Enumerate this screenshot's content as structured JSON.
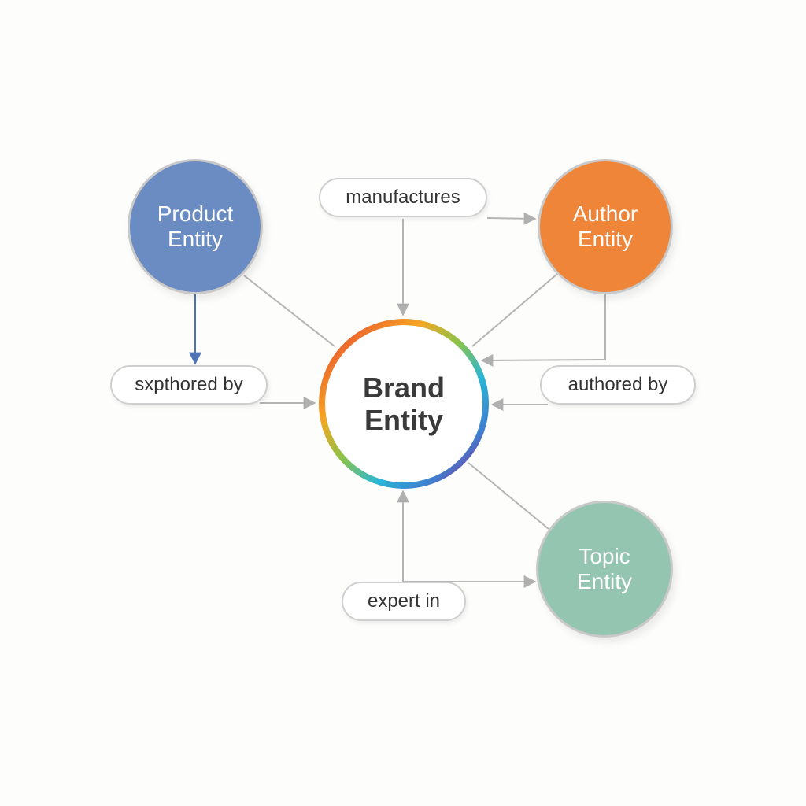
{
  "diagram": {
    "nodes": {
      "product": {
        "line1": "Product",
        "line2": "Entity",
        "color": "#6b8cc2"
      },
      "author": {
        "line1": "Author",
        "line2": "Entity",
        "color": "#ee8539"
      },
      "topic": {
        "line1": "Topic",
        "line2": "Entity",
        "color": "#93c5b0"
      },
      "brand": {
        "line1": "Brand",
        "line2": "Entity",
        "ring_colors": [
          "#e53935",
          "#f5a623",
          "#8bc34a",
          "#29b6d6",
          "#3f7fd0",
          "#7b3fa0",
          "#d81b60"
        ]
      }
    },
    "edge_labels": {
      "manufactures": "manufactures",
      "sxpthored_by": "sxpthored by",
      "authored_by": "authored by",
      "expert_in": "expert in"
    },
    "edge_color": "#b5b5b5",
    "accent_edge_color": "#4f74b5"
  }
}
